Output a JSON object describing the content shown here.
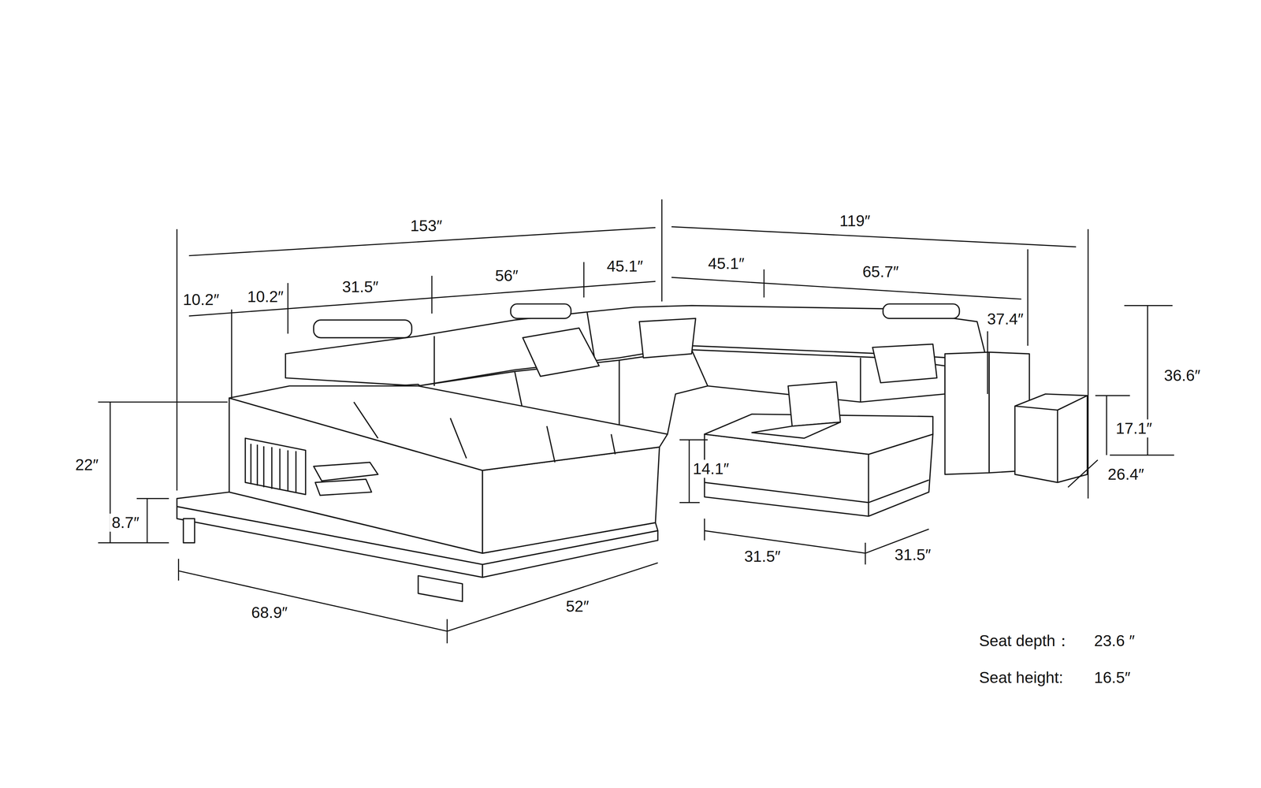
{
  "diagram": {
    "labels": [
      "153″",
      "119″",
      "10.2″",
      "10.2″",
      "31.5″",
      "56″",
      "45.1″",
      "45.1″",
      "65.7″",
      "37.4″",
      "36.6″",
      "22″",
      "17.1″",
      "14.1″",
      "8.7″",
      "26.4″",
      "31.5″",
      "31.5″",
      "68.9″",
      "52″",
      "Seat depth：",
      "23.6 ″",
      "Seat height:",
      "16.5″"
    ]
  }
}
